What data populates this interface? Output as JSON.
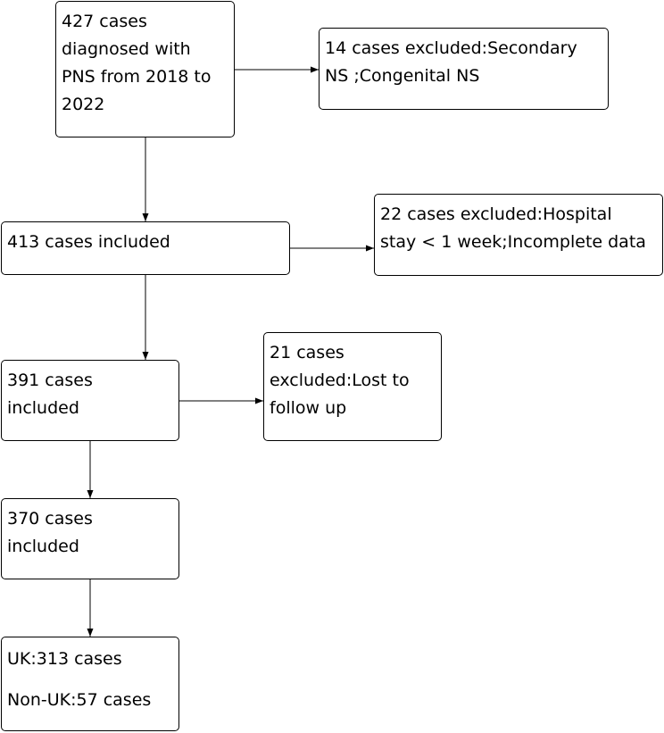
{
  "flowchart": {
    "nodes": {
      "start": {
        "lines": [
          "427 cases",
          "diagnosed with",
          "PNS from 2018 to",
          "2022"
        ]
      },
      "exclude1": {
        "lines": [
          "14 cases excluded:Secondary",
          "NS ;Congenital NS"
        ]
      },
      "step1": {
        "lines": [
          "413 cases included"
        ]
      },
      "exclude2": {
        "lines": [
          "22 cases excluded:Hospital",
          "stay < 1 week;Incomplete data"
        ]
      },
      "step2": {
        "lines": [
          "391 cases",
          "included"
        ]
      },
      "exclude3": {
        "lines": [
          "21 cases",
          "excluded:Lost to",
          "follow up"
        ]
      },
      "step3": {
        "lines": [
          "370 cases",
          "included"
        ]
      },
      "final": {
        "lines": [
          "UK:313 cases",
          "Non-UK:57 cases"
        ]
      }
    },
    "edges": [
      {
        "from": "start",
        "to": "exclude1"
      },
      {
        "from": "start",
        "to": "step1"
      },
      {
        "from": "step1",
        "to": "exclude2"
      },
      {
        "from": "step1",
        "to": "step2"
      },
      {
        "from": "step2",
        "to": "exclude3"
      },
      {
        "from": "step2",
        "to": "step3"
      },
      {
        "from": "step3",
        "to": "final"
      }
    ]
  },
  "colors": {
    "line": "#000000",
    "box_border": "#000000",
    "background": "#ffffff"
  }
}
